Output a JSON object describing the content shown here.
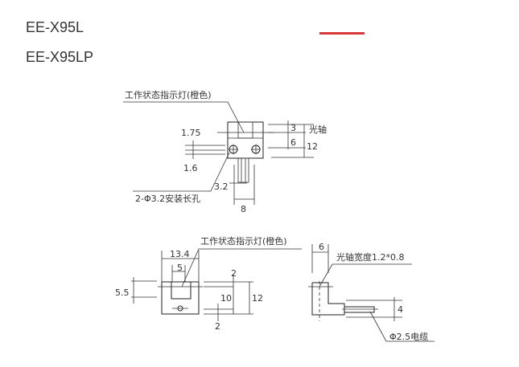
{
  "models": [
    "EE-X95L",
    "EE-X95LP"
  ],
  "accent_color": "#d9383a",
  "drawing1": {
    "indicator": "工作状态指示灯(橙色)",
    "d175": "1.75",
    "d16": "1.6",
    "d3": "3",
    "d6": "6",
    "d12": "12",
    "axis": "光轴",
    "d32": "3.2",
    "hole": "2-Φ3.2安装长孔",
    "d8": "8"
  },
  "drawing2": {
    "indicator": "工作状态指示灯(橙色)",
    "d134": "13.4",
    "d5": "5",
    "d55": "5.5",
    "d2a": "2",
    "d10": "10",
    "d12": "12",
    "d2b": "2",
    "d6": "6",
    "axis_width": "光轴宽度1.2*0.8",
    "d4": "4",
    "cable": "Φ2.5电缆"
  }
}
